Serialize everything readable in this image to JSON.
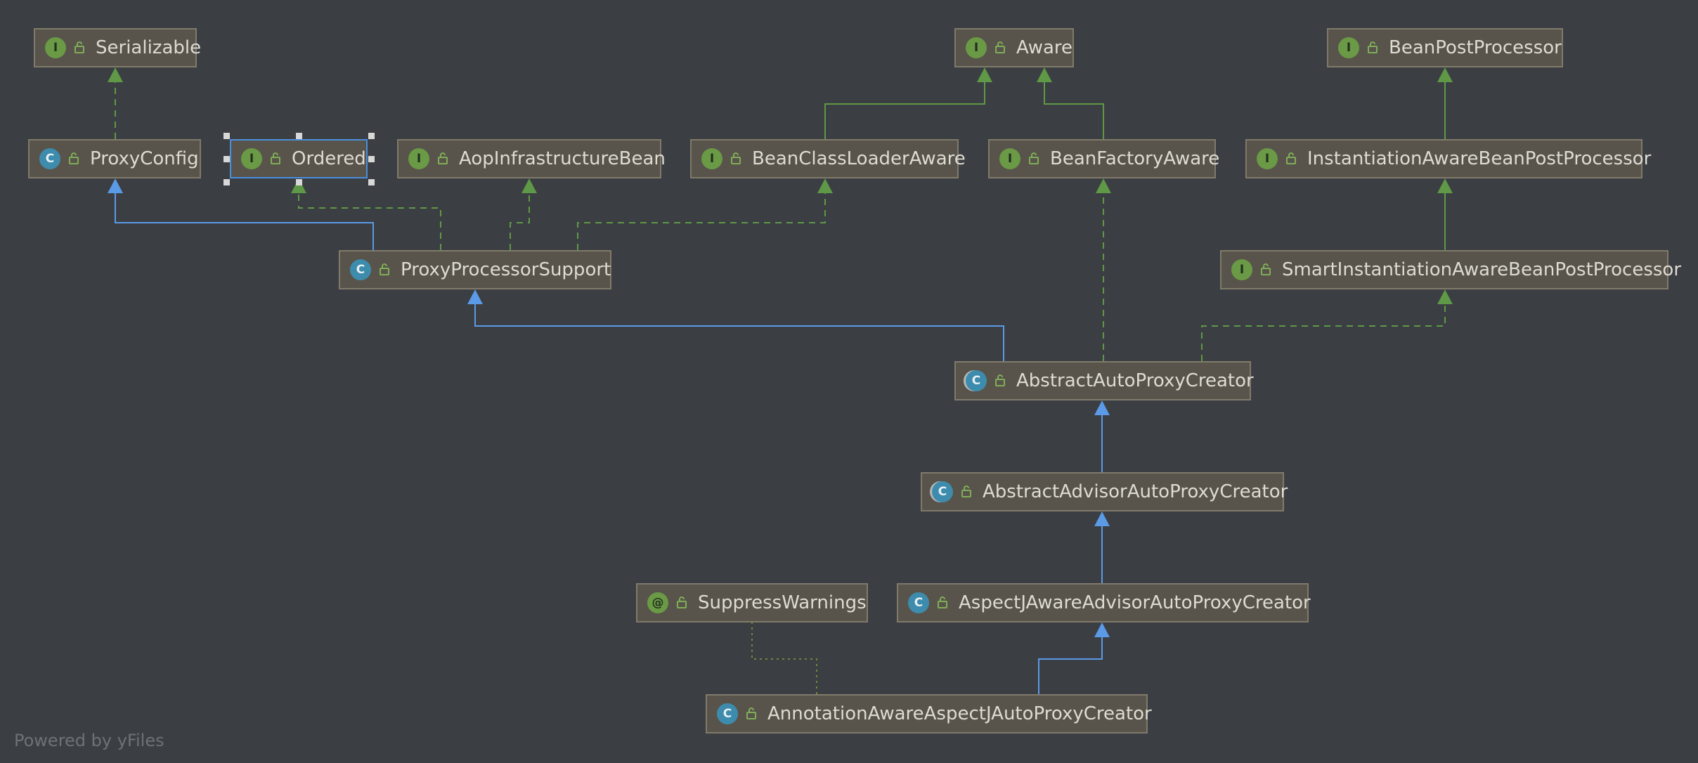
{
  "diagram": {
    "nodes": [
      {
        "id": "serializable",
        "label": "Serializable",
        "kind": "interface",
        "badge": "I"
      },
      {
        "id": "aware",
        "label": "Aware",
        "kind": "interface",
        "badge": "I"
      },
      {
        "id": "beanpostprocessor",
        "label": "BeanPostProcessor",
        "kind": "interface",
        "badge": "I"
      },
      {
        "id": "proxyconfig",
        "label": "ProxyConfig",
        "kind": "class",
        "badge": "C"
      },
      {
        "id": "ordered",
        "label": "Ordered",
        "kind": "interface",
        "badge": "I",
        "selected": true
      },
      {
        "id": "aopinfrastructurebean",
        "label": "AopInfrastructureBean",
        "kind": "interface",
        "badge": "I"
      },
      {
        "id": "beanclassloaderaware",
        "label": "BeanClassLoaderAware",
        "kind": "interface",
        "badge": "I"
      },
      {
        "id": "beanfactoryaware",
        "label": "BeanFactoryAware",
        "kind": "interface",
        "badge": "I"
      },
      {
        "id": "instantiationawarebeanpostprocessor",
        "label": "InstantiationAwareBeanPostProcessor",
        "kind": "interface",
        "badge": "I"
      },
      {
        "id": "proxyprocessorsupport",
        "label": "ProxyProcessorSupport",
        "kind": "class",
        "badge": "C"
      },
      {
        "id": "smartinstantiationawarebeanpostprocessor",
        "label": "SmartInstantiationAwareBeanPostProcessor",
        "kind": "interface",
        "badge": "I"
      },
      {
        "id": "abstractautoproxycreator",
        "label": "AbstractAutoProxyCreator",
        "kind": "abstract",
        "badge": "C"
      },
      {
        "id": "abstractadvisorautoproxycreator",
        "label": "AbstractAdvisorAutoProxyCreator",
        "kind": "abstract",
        "badge": "C"
      },
      {
        "id": "suppresswarnings",
        "label": "SuppressWarnings",
        "kind": "annotation",
        "badge": "@"
      },
      {
        "id": "aspectjawareadvisorautoproxycreator",
        "label": "AspectJAwareAdvisorAutoProxyCreator",
        "kind": "class",
        "badge": "C"
      },
      {
        "id": "annotationawareaspectjautoproxycreator",
        "label": "AnnotationAwareAspectJAutoProxyCreator",
        "kind": "class",
        "badge": "C"
      }
    ],
    "edges": [
      {
        "from": "proxyconfig",
        "to": "serializable",
        "type": "implements"
      },
      {
        "from": "beanclassloaderaware",
        "to": "aware",
        "type": "interface-extends"
      },
      {
        "from": "beanfactoryaware",
        "to": "aware",
        "type": "interface-extends"
      },
      {
        "from": "instantiationawarebeanpostprocessor",
        "to": "beanpostprocessor",
        "type": "interface-extends"
      },
      {
        "from": "smartinstantiationawarebeanpostprocessor",
        "to": "instantiationawarebeanpostprocessor",
        "type": "interface-extends"
      },
      {
        "from": "proxyprocessorsupport",
        "to": "proxyconfig",
        "type": "extends"
      },
      {
        "from": "proxyprocessorsupport",
        "to": "ordered",
        "type": "implements"
      },
      {
        "from": "proxyprocessorsupport",
        "to": "aopinfrastructurebean",
        "type": "implements"
      },
      {
        "from": "proxyprocessorsupport",
        "to": "beanclassloaderaware",
        "type": "implements"
      },
      {
        "from": "abstractautoproxycreator",
        "to": "proxyprocessorsupport",
        "type": "extends"
      },
      {
        "from": "abstractautoproxycreator",
        "to": "beanfactoryaware",
        "type": "implements"
      },
      {
        "from": "abstractautoproxycreator",
        "to": "smartinstantiationawarebeanpostprocessor",
        "type": "implements"
      },
      {
        "from": "abstractadvisorautoproxycreator",
        "to": "abstractautoproxycreator",
        "type": "extends"
      },
      {
        "from": "aspectjawareadvisorautoproxycreator",
        "to": "abstractadvisorautoproxycreator",
        "type": "extends"
      },
      {
        "from": "annotationawareaspectjautoproxycreator",
        "to": "aspectjawareadvisorautoproxycreator",
        "type": "extends"
      },
      {
        "from": "annotationawareaspectjautoproxycreator",
        "to": "suppresswarnings",
        "type": "annotated"
      }
    ]
  },
  "colors": {
    "background": "#3b3e42",
    "node_fill": "#58544b",
    "node_border": "#807a6b",
    "selection": "#4a8fdc",
    "extends_edge": "#5b9ae6",
    "implements_edge": "#5f9846",
    "annotation_edge": "#6a8a3a"
  },
  "footer": "Powered by yFiles"
}
